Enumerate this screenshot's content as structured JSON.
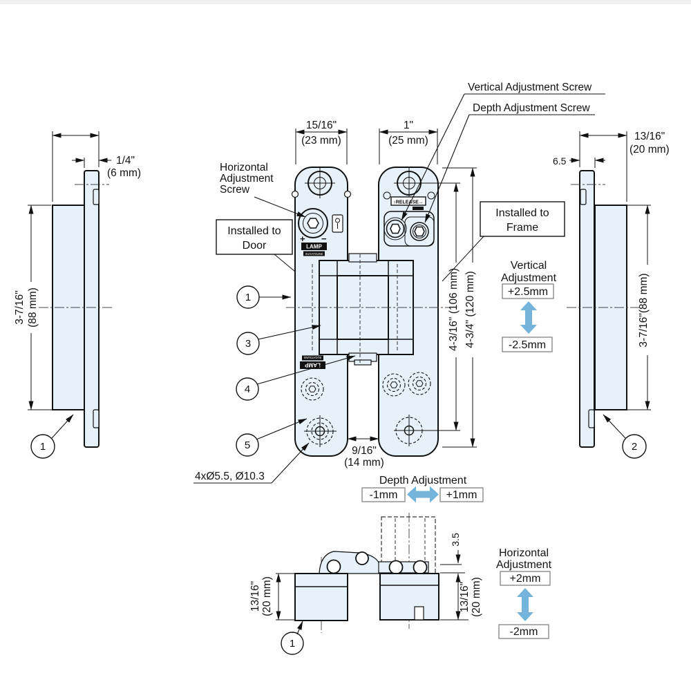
{
  "drawing": {
    "screw_labels": {
      "vertical": "Vertical Adjustment Screw",
      "depth": "Depth Adjustment Screw",
      "horizontal": [
        "Horizontal",
        "Adjustment",
        "Screw"
      ]
    },
    "install_labels": {
      "door": [
        "Installed to",
        "Door"
      ],
      "frame": [
        "Installed to",
        "Frame"
      ]
    },
    "hole_spec": "4xØ5.5, Ø10.3",
    "release_label": "↕RELEASE↔",
    "brand": "LAMP",
    "brand_sub": "SUGATSUNE",
    "plus_sign": "+",
    "minus_sign": "−",
    "callouts": {
      "c1": "1",
      "c2": "2",
      "c3": "3",
      "c4": "4",
      "c5": "5"
    },
    "dims": {
      "door_plate_thickness": [
        "1/4\"",
        "(6 mm)"
      ],
      "door_plate_height": [
        "3-7/16\"",
        "(88 mm)"
      ],
      "door_body_width": [
        "15/16\"",
        "(23 mm)"
      ],
      "frame_body_width": [
        "1\"",
        "(25 mm)"
      ],
      "hole_pitch": "4-3/16\" (106 mm)",
      "body_height": "4-3/4\" (120 mm)",
      "bottom_gap": [
        "9/16\"",
        "(14 mm)"
      ],
      "frame_depth": [
        "13/16\"",
        "(20 mm)"
      ],
      "frame_plate_thickness": "6.5",
      "frame_plate_height": "3-7/16\"(88 mm)",
      "section_door_depth": [
        "13/16\"",
        "(20 mm)"
      ],
      "section_frame_depth": [
        "13/16\"",
        "(20 mm)"
      ],
      "section_offset": "3.5"
    },
    "adjustments": {
      "vertical": {
        "title": [
          "Vertical",
          "Adjustment"
        ],
        "plus": "+2.5mm",
        "minus": "-2.5mm"
      },
      "depth": {
        "title": "Depth Adjustment",
        "plus": "+1mm",
        "minus": "-1mm"
      },
      "horizontal": {
        "title": [
          "Horizontal",
          "Adjustment"
        ],
        "plus": "+2mm",
        "minus": "-2mm"
      }
    },
    "colors": {
      "part_fill": "#e6f1fa",
      "line": "#111111",
      "arrow_blue": "#74b3da"
    }
  }
}
